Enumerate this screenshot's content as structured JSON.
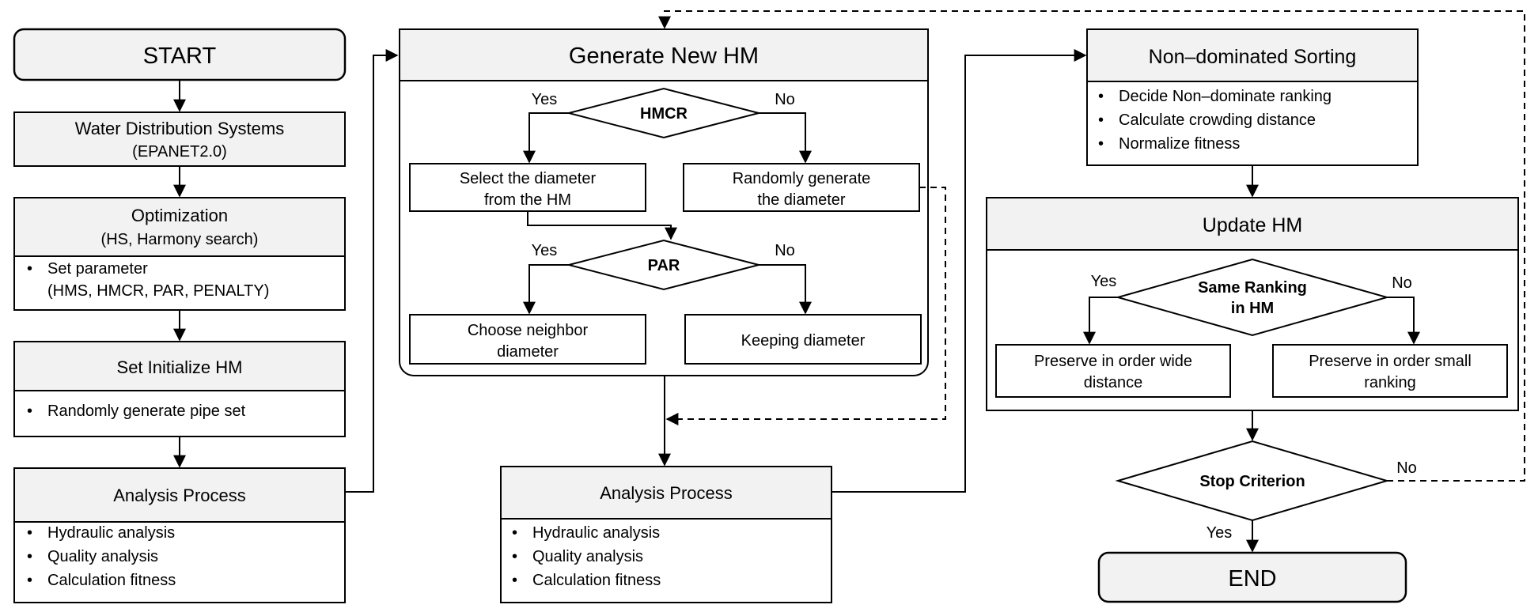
{
  "start": "START",
  "end": "END",
  "wds": {
    "title": "Water Distribution Systems",
    "subtitle": "(EPANET2.0)"
  },
  "optimization": {
    "title": "Optimization",
    "subtitle": "(HS, Harmony search)",
    "bullet": "Set parameter",
    "bullet_cont": "(HMS, HMCR, PAR, PENALTY)"
  },
  "init_hm": {
    "title": "Set Initialize HM",
    "bullet": "Randomly generate pipe set"
  },
  "analysis_left": {
    "title": "Analysis Process",
    "bullets": [
      "Hydraulic analysis",
      "Quality analysis",
      "Calculation fitness"
    ]
  },
  "generate": {
    "title": "Generate New HM",
    "hmcr": "HMCR",
    "par": "PAR",
    "yes": "Yes",
    "no": "No",
    "select_line1": "Select the diameter",
    "select_line2": "from the HM",
    "random_line1": "Randomly generate",
    "random_line2": "the diameter",
    "choose_line1": "Choose neighbor",
    "choose_line2": "diameter",
    "keeping": "Keeping diameter"
  },
  "analysis_mid": {
    "title": "Analysis Process",
    "bullets": [
      "Hydraulic analysis",
      "Quality analysis",
      "Calculation fitness"
    ]
  },
  "sorting": {
    "title": "Non–dominated Sorting",
    "bullets": [
      "Decide Non–dominate ranking",
      "Calculate crowding distance",
      "Normalize fitness"
    ]
  },
  "update": {
    "title": "Update HM",
    "same_line1": "Same Ranking",
    "same_line2": "in HM",
    "yes": "Yes",
    "no": "No",
    "wide_line1": "Preserve in order wide",
    "wide_line2": "distance",
    "small_line1": "Preserve in order small",
    "small_line2": "ranking"
  },
  "stop": {
    "label": "Stop Criterion",
    "yes": "Yes",
    "no": "No"
  },
  "bullet_char": "•"
}
